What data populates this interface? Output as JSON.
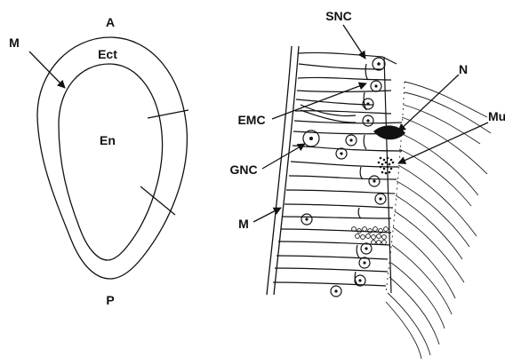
{
  "figure": {
    "labels": {
      "A": "A",
      "P": "P",
      "M_left": "M",
      "Ect": "Ect",
      "En": "En",
      "SNC": "SNC",
      "N": "N",
      "Mu": "Mu",
      "EMC": "EMC",
      "GNC": "GNC",
      "M_right": "M"
    }
  }
}
